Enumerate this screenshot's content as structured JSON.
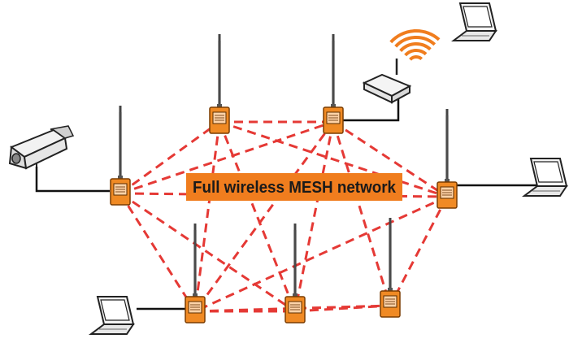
{
  "diagram": {
    "title": "Full wireless MESH network",
    "colors": {
      "node_body": "#f08a24",
      "node_outline": "#7a3c00",
      "mesh_link": "#e53935",
      "banner_fill": "#f07d1e",
      "banner_text": "#1a1a1a",
      "signal_waves": "#f07d1e",
      "wire": "#111111"
    },
    "icons": [
      "camera-icon",
      "laptop-icon",
      "wireless-router-icon",
      "wifi-signal-icon",
      "mesh-node-icon"
    ],
    "nodes": [
      {
        "id": "n1",
        "role": "mesh-node"
      },
      {
        "id": "n2",
        "role": "mesh-node"
      },
      {
        "id": "n3",
        "role": "mesh-node"
      },
      {
        "id": "n4",
        "role": "mesh-node"
      },
      {
        "id": "n5",
        "role": "mesh-node"
      },
      {
        "id": "n6",
        "role": "mesh-node"
      },
      {
        "id": "n7",
        "role": "mesh-node"
      }
    ],
    "mesh_links": [
      [
        "n1",
        "n2"
      ],
      [
        "n1",
        "n3"
      ],
      [
        "n1",
        "n4"
      ],
      [
        "n1",
        "n5"
      ],
      [
        "n1",
        "n6"
      ],
      [
        "n2",
        "n3"
      ],
      [
        "n2",
        "n4"
      ],
      [
        "n2",
        "n5"
      ],
      [
        "n2",
        "n6"
      ],
      [
        "n3",
        "n4"
      ],
      [
        "n3",
        "n5"
      ],
      [
        "n3",
        "n6"
      ],
      [
        "n3",
        "n7"
      ],
      [
        "n4",
        "n5"
      ],
      [
        "n4",
        "n7"
      ],
      [
        "n5",
        "n6"
      ],
      [
        "n5",
        "n7"
      ],
      [
        "n6",
        "n7"
      ]
    ],
    "wired_links": [
      [
        "camera",
        "n1"
      ],
      [
        "router",
        "n3"
      ],
      [
        "laptop-right",
        "n4"
      ],
      [
        "laptop-bottom-left",
        "n5"
      ]
    ]
  }
}
